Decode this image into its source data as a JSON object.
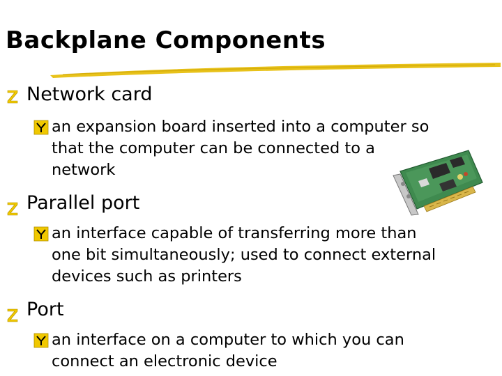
{
  "slide": {
    "title": "Backplane Components",
    "sections": [
      {
        "heading": "Network card",
        "lines": [
          "an expansion board inserted into a computer so",
          "that the computer can be connected to a",
          "network"
        ]
      },
      {
        "heading": "Parallel port",
        "lines": [
          "an interface capable of transferring more than",
          "one bit simultaneously; used to connect external",
          "devices such as printers"
        ]
      },
      {
        "heading": "Port",
        "lines": [
          "an interface on a computer to which you can",
          "connect an electronic device"
        ]
      }
    ]
  },
  "colors": {
    "title_rule": "#e8c21a",
    "bullet_z": "#f0c800",
    "bullet_y_box": "#f0c800"
  },
  "icons": {
    "level1_bullet": "z-bullet-icon",
    "level2_bullet": "y-box-bullet-icon",
    "illustration": "network-card-image"
  }
}
